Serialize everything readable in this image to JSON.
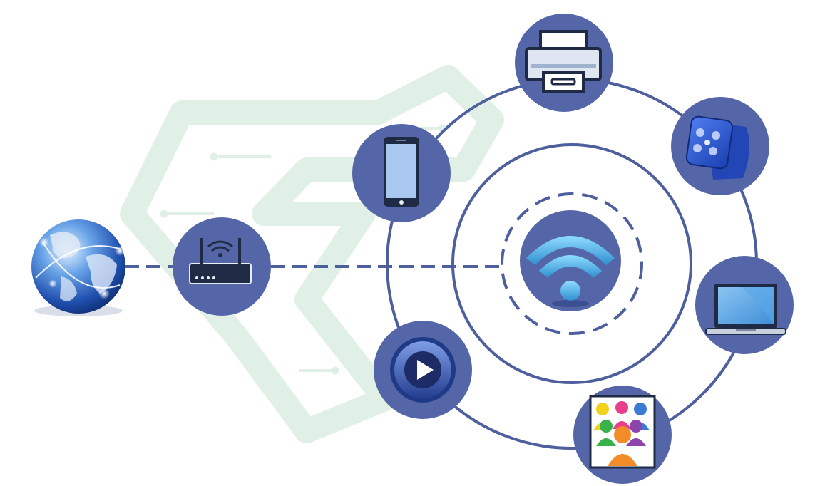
{
  "colors": {
    "background": "#ffffff",
    "node_fill": "#5566a8",
    "ring_stroke": "#4e5f9e",
    "link_dash": "#4e5f9e",
    "watermark": "#c9e4d3",
    "wifi_arc": "#62c3f0",
    "device_blue": "#3b6fd6"
  },
  "nodes": [
    {
      "id": "internet",
      "icon": "globe-icon"
    },
    {
      "id": "router",
      "icon": "router-icon"
    },
    {
      "id": "hub",
      "icon": "wifi-icon"
    },
    {
      "id": "phone",
      "icon": "smartphone-icon"
    },
    {
      "id": "printer",
      "icon": "printer-icon"
    },
    {
      "id": "watch",
      "icon": "smartwatch-icon"
    },
    {
      "id": "laptop",
      "icon": "laptop-icon"
    },
    {
      "id": "group",
      "icon": "people-group-icon"
    },
    {
      "id": "media",
      "icon": "play-button-icon"
    }
  ],
  "links": [
    {
      "from": "internet",
      "to": "router",
      "style": "dashed"
    },
    {
      "from": "router",
      "to": "hub",
      "style": "dashed"
    }
  ],
  "rings": [
    {
      "name": "outer-orbit",
      "style": "solid"
    },
    {
      "name": "middle-orbit",
      "style": "solid"
    },
    {
      "name": "inner-orbit",
      "style": "dashed"
    }
  ]
}
